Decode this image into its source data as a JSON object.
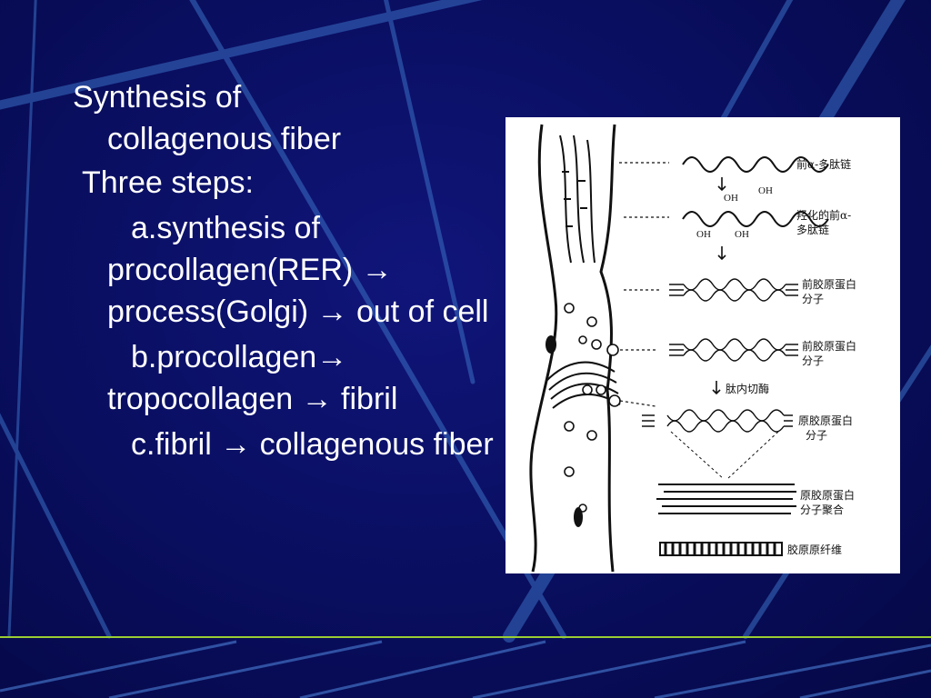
{
  "slide": {
    "title_line1": "Synthesis of",
    "title_line2": "collagenous fiber",
    "subtitle": "Three steps:",
    "steps": [
      "a.synthesis of procollagen(RER) → process(Golgi) → out of cell",
      "b.procollagen→ tropocollagen → fibril",
      "c.fibril → collagenous fiber"
    ]
  },
  "figure": {
    "labels": [
      "前α-多肽链",
      "羟化的前α-",
      "多肽链",
      "前胶原蛋白",
      "分子",
      "前胶原蛋白",
      "分子",
      "肽内切酶",
      "原胶原蛋白",
      "分子",
      "原胶原蛋白",
      "分子聚合",
      "胶原原纤维"
    ],
    "oh_labels": [
      "OH",
      "OH",
      "OH",
      "OH"
    ]
  },
  "colors": {
    "background": "#0a0f63",
    "text": "#ffffff",
    "accent_line": "#9acd32"
  }
}
